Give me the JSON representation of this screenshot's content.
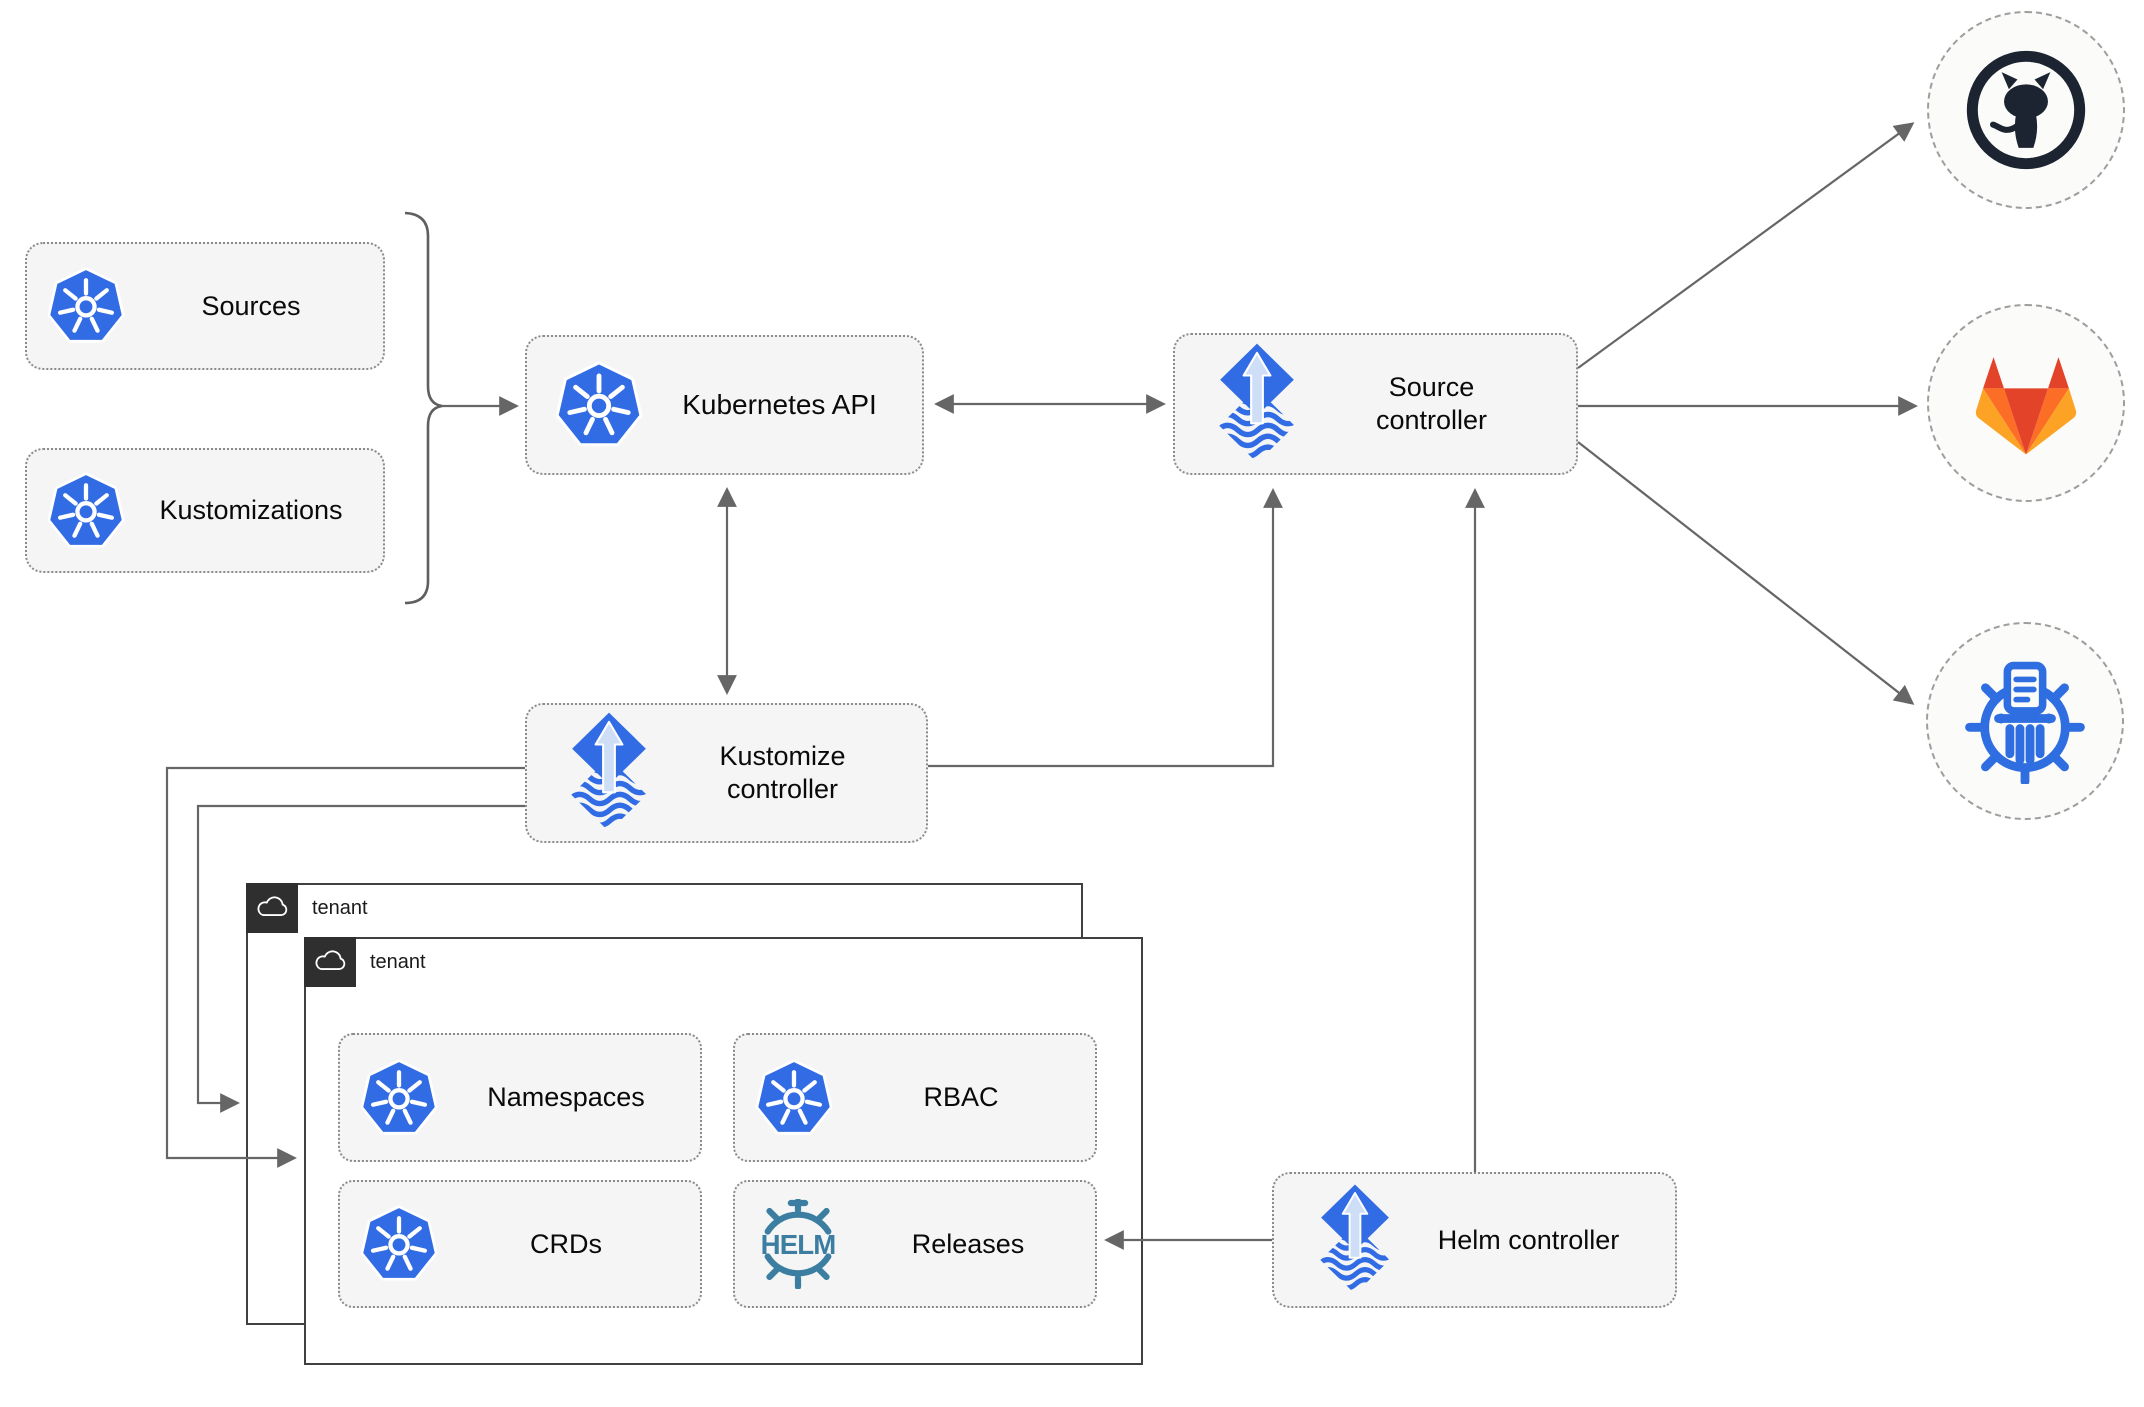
{
  "nodes": {
    "sources": "Sources",
    "kustomizations": "Kustomizations",
    "kubernetes_api": "Kubernetes API",
    "source_controller": "Source controller",
    "kustomize_controller": "Kustomize controller",
    "helm_controller": "Helm controller",
    "namespaces": "Namespaces",
    "rbac": "RBAC",
    "crds": "CRDs",
    "releases": "Releases"
  },
  "tenants": {
    "outer_label": "tenant",
    "inner_label": "tenant"
  },
  "icons": {
    "kubernetes": "kubernetes-logo",
    "flux": "flux-logo",
    "helm_wordmark": "helm-logo",
    "cloud": "cloud-icon",
    "github": "github-logo",
    "gitlab": "gitlab-logo",
    "chartmuseum": "chartmuseum-logo"
  },
  "colors": {
    "k8s_blue": "#326ce5",
    "flux_blue": "#316ce4",
    "flux_arrow": "#cfdef7",
    "helm_teal": "#3b7ea1",
    "line_gray": "#666666",
    "box_fill": "#f5f5f5",
    "box_border": "#8a8a8a",
    "tenant_border": "#404040",
    "tenant_header_bg": "#2f2f2f",
    "circle_bg": "#fbfbf9",
    "circle_border": "#9e9e9e",
    "github_dark": "#1b2430",
    "gitlab_dark_orange": "#e24329",
    "gitlab_mid_orange": "#fc6d26",
    "gitlab_light_orange": "#fca326",
    "chartmuseum_blue": "#2f6ee0",
    "text": "#0a0a0a"
  }
}
